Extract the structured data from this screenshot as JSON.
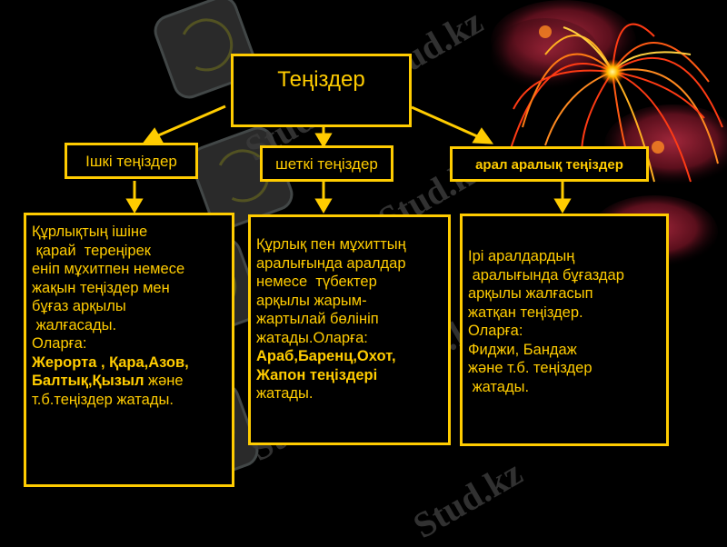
{
  "slide": {
    "background": "#000000",
    "accent_color": "#ffcc00",
    "title": "Теңіздер",
    "categories": [
      {
        "label": "Ішкі теңіздер",
        "description": [
          {
            "text": "Құрлықтың ішіне",
            "bold": false
          },
          {
            "text": " қарай  тереңірек",
            "bold": false
          },
          {
            "text": "еніп мұхитпен немесе",
            "bold": false
          },
          {
            "text": "жақын теңіздер мен",
            "bold": false
          },
          {
            "text": "бұғаз арқылы",
            "bold": false
          },
          {
            "text": " жалғасады.",
            "bold": false
          },
          {
            "text": "Оларға:",
            "bold": false
          },
          {
            "text": "Жерорта , Қара,Азов,",
            "bold": true
          },
          {
            "text": "Балтық,Қызыл",
            "bold": true,
            "suffix": " және"
          },
          {
            "text": "т.б.теңіздер жатады.",
            "bold": false
          }
        ]
      },
      {
        "label": "шеткі теңіздер",
        "description": [
          {
            "text": "Құрлық пен мұхиттың",
            "bold": false
          },
          {
            "text": "аралығында аралдар",
            "bold": false
          },
          {
            "text": "немесе  түбектер",
            "bold": false
          },
          {
            "text": "арқылы жарым-",
            "bold": false
          },
          {
            "text": "жартылай бөлініп",
            "bold": false
          },
          {
            "text": "жатады.Оларға:",
            "bold": false
          },
          {
            "text": "Араб,Баренц,Охот,",
            "bold": true
          },
          {
            "text": "Жапон теңіздері",
            "bold": true
          },
          {
            "text": "жатады.",
            "bold": false
          }
        ]
      },
      {
        "label": "арал аралық теңіздер",
        "description": [
          {
            "text": "Ірі аралдардың",
            "bold": false
          },
          {
            "text": " аралығында бұғаздар",
            "bold": false
          },
          {
            "text": "арқылы жалғасып",
            "bold": false
          },
          {
            "text": "жатқан теңіздер.",
            "bold": false
          },
          {
            "text": "Оларға:",
            "bold": false
          },
          {
            "text": "Фиджи, Бандаж",
            "bold": false
          },
          {
            "text": "және т.б. теңіздер",
            "bold": false
          },
          {
            "text": " жатады.",
            "bold": false
          }
        ]
      }
    ],
    "watermark": "Stud.kz",
    "watermark_long": "Stud.kz - Stud.kz"
  }
}
